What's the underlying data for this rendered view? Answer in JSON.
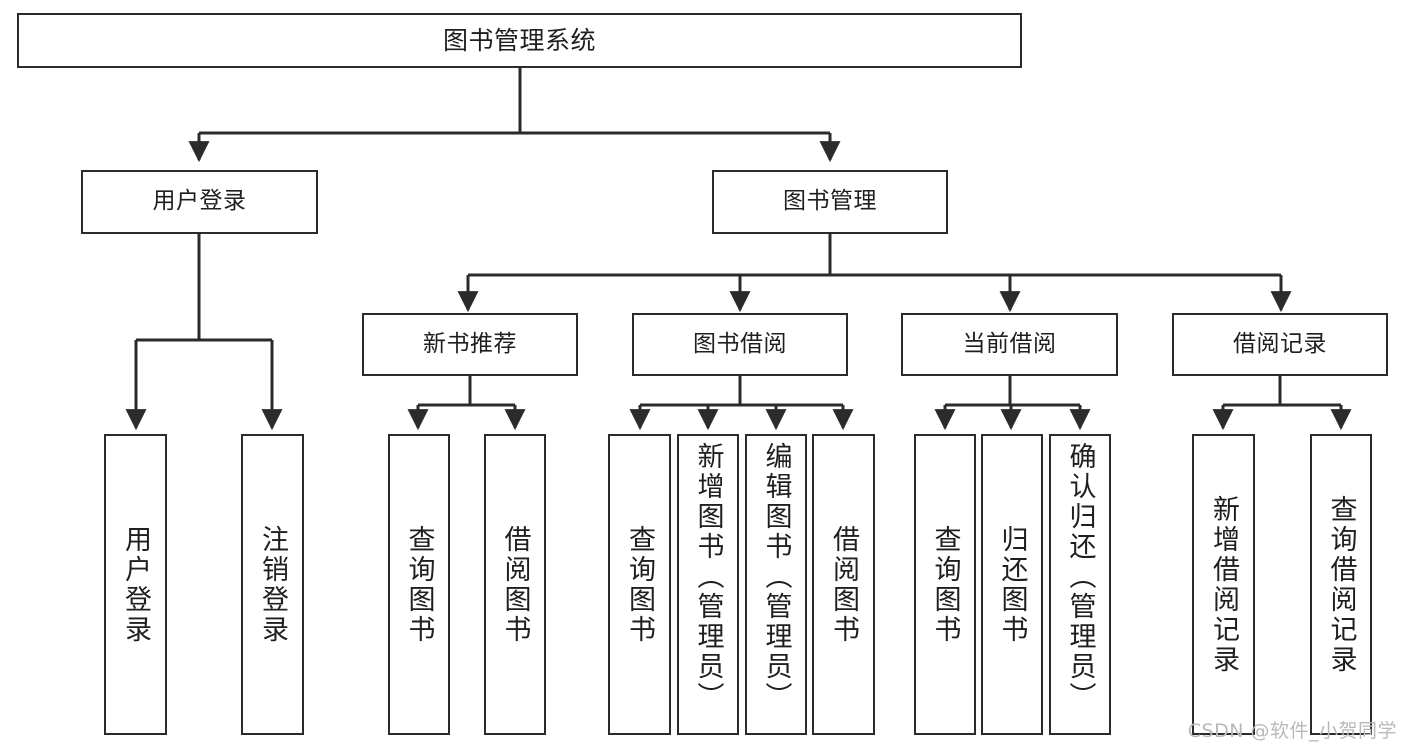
{
  "diagram": {
    "type": "tree",
    "title": "图书管理系统",
    "watermark": "CSDN @软件_小贺同学",
    "colors": {
      "stroke": "#2b2b2b",
      "fill": "#ffffff",
      "text": "#1f1f1f",
      "watermark": "#b9b9b9"
    },
    "nodes": {
      "root": {
        "label": "图书管理系统"
      },
      "level2": [
        {
          "label": "用户登录"
        },
        {
          "label": "图书管理"
        }
      ],
      "level3": [
        {
          "label": "新书推荐"
        },
        {
          "label": "图书借阅"
        },
        {
          "label": "当前借阅"
        },
        {
          "label": "借阅记录"
        }
      ],
      "leaves": [
        {
          "label": "用户登录",
          "parent": "用户登录"
        },
        {
          "label": "注销登录",
          "parent": "用户登录"
        },
        {
          "label": "查询图书",
          "parent": "新书推荐"
        },
        {
          "label": "借阅图书",
          "parent": "新书推荐"
        },
        {
          "label": "查询图书",
          "parent": "图书借阅"
        },
        {
          "label": "新增图书（管理员）",
          "parent": "图书借阅"
        },
        {
          "label": "编辑图书（管理员）",
          "parent": "图书借阅"
        },
        {
          "label": "借阅图书",
          "parent": "图书借阅"
        },
        {
          "label": "查询图书",
          "parent": "当前借阅"
        },
        {
          "label": "归还图书",
          "parent": "当前借阅"
        },
        {
          "label": "确认归还（管理员）",
          "parent": "当前借阅"
        },
        {
          "label": "新增借阅记录",
          "parent": "借阅记录"
        },
        {
          "label": "查询借阅记录",
          "parent": "借阅记录"
        }
      ]
    }
  }
}
